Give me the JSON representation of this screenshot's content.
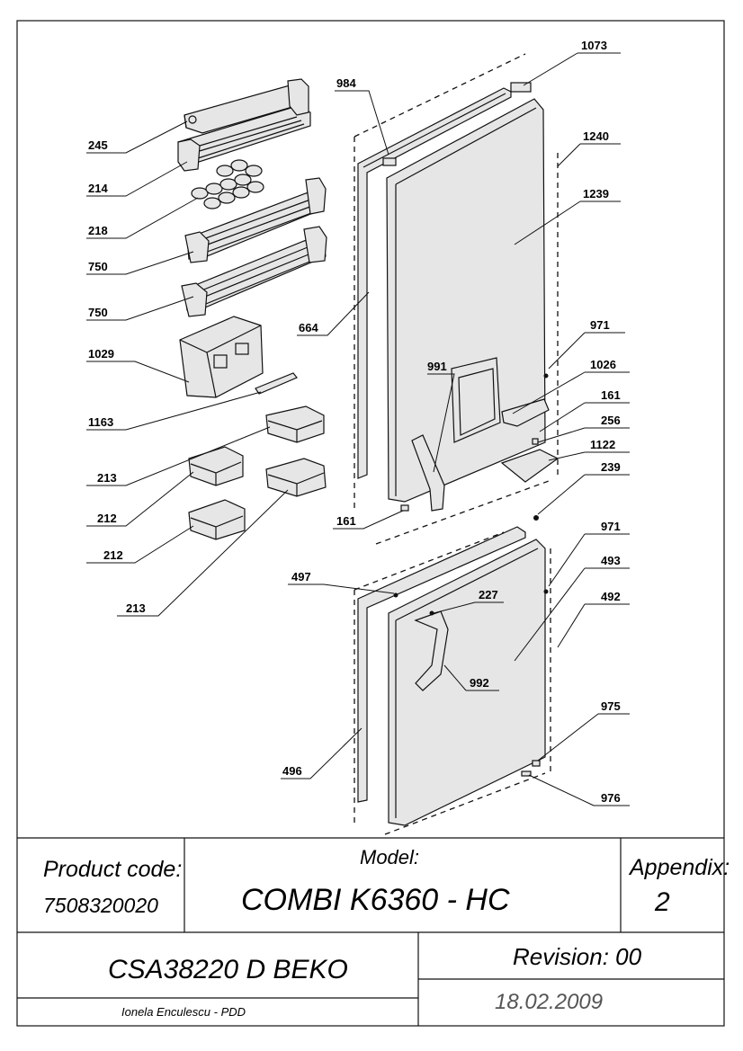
{
  "parts": [
    {
      "id": "245",
      "text": "245"
    },
    {
      "id": "214",
      "text": "214"
    },
    {
      "id": "218",
      "text": "218"
    },
    {
      "id": "750a",
      "text": "750"
    },
    {
      "id": "750b",
      "text": "750"
    },
    {
      "id": "1029",
      "text": "1029"
    },
    {
      "id": "1163",
      "text": "1163"
    },
    {
      "id": "213a",
      "text": "213"
    },
    {
      "id": "212a",
      "text": "212"
    },
    {
      "id": "212b",
      "text": "212"
    },
    {
      "id": "213b",
      "text": "213"
    },
    {
      "id": "984",
      "text": "984"
    },
    {
      "id": "1073",
      "text": "1073"
    },
    {
      "id": "1240",
      "text": "1240"
    },
    {
      "id": "1239",
      "text": "1239"
    },
    {
      "id": "664",
      "text": "664"
    },
    {
      "id": "971a",
      "text": "971"
    },
    {
      "id": "991",
      "text": "991"
    },
    {
      "id": "1026",
      "text": "1026"
    },
    {
      "id": "161a",
      "text": "161"
    },
    {
      "id": "256",
      "text": "256"
    },
    {
      "id": "1122",
      "text": "1122"
    },
    {
      "id": "239",
      "text": "239"
    },
    {
      "id": "161b",
      "text": "161"
    },
    {
      "id": "971b",
      "text": "971"
    },
    {
      "id": "493",
      "text": "493"
    },
    {
      "id": "497",
      "text": "497"
    },
    {
      "id": "227",
      "text": "227"
    },
    {
      "id": "492",
      "text": "492"
    },
    {
      "id": "992",
      "text": "992"
    },
    {
      "id": "975",
      "text": "975"
    },
    {
      "id": "496",
      "text": "496"
    },
    {
      "id": "976",
      "text": "976"
    }
  ],
  "title_block": {
    "product_code_label": "Product code:",
    "product_code": "7508320020",
    "model_label": "Model:",
    "model": "COMBI K6360 - HC",
    "appendix_label": "Appendix:",
    "appendix": "2",
    "part_name": "CSA38220 D BEKO",
    "revision": "Revision: 00",
    "author": "Ionela Enculescu - PDD",
    "date": "18.02.2009"
  }
}
